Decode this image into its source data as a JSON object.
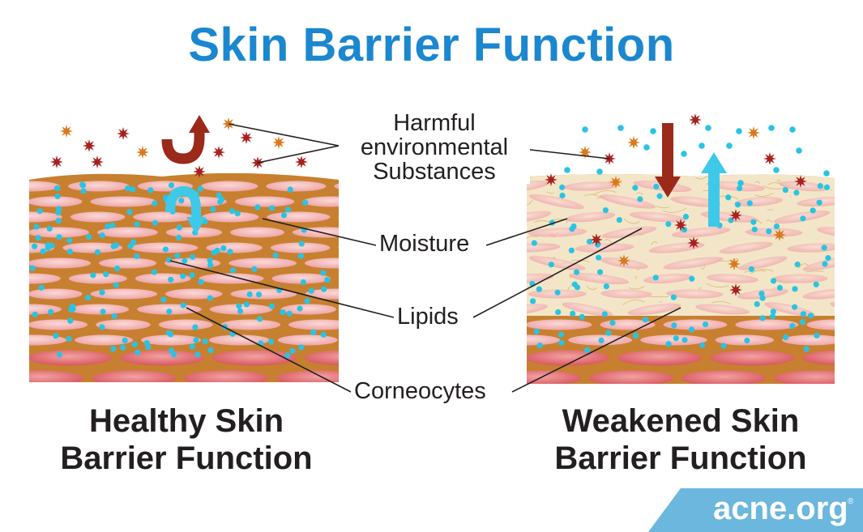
{
  "title": "Skin Barrier Function",
  "labels": {
    "harmful": [
      "Harmful",
      "environmental",
      "Substances"
    ],
    "moisture": "Moisture",
    "lipids": "Lipids",
    "corneocytes": "Corneocytes"
  },
  "captions": {
    "healthy": [
      "Healthy Skin",
      "Barrier Function"
    ],
    "weakened": [
      "Weakened Skin",
      "Barrier Function"
    ]
  },
  "brand": {
    "name": "acne.org",
    "mark": "®"
  },
  "colors": {
    "title": "#1b87cf",
    "lipid_matrix": "#c7802f",
    "corneocyte": "#f4b8b8",
    "moisture": "#29c4e3",
    "harmful": "#a8211f",
    "arrow_red": "#9b2a1a",
    "arrow_blue": "#3ec9e8",
    "brand_bg": "#6bb7dd"
  },
  "icons": [
    "harmful-substance-icon",
    "moisture-droplet-icon",
    "u-turn-arrow-icon",
    "down-arrow-icon",
    "up-arrow-icon"
  ]
}
